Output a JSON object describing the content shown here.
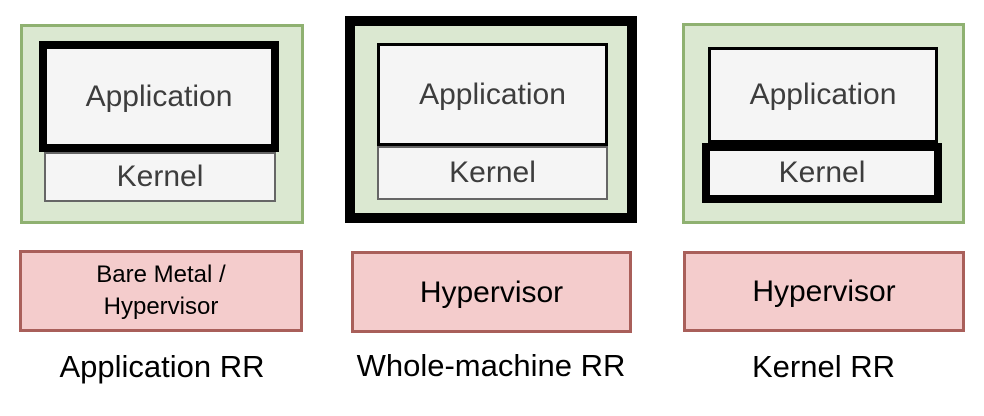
{
  "colors": {
    "green_fill": "#dbe8d1",
    "green_border": "#8fb171",
    "red_fill": "#f4cccc",
    "red_border": "#a95f5a",
    "gray_fill": "#f5f5f5",
    "gray_border": "#666666",
    "highlight_border": "#000000",
    "box_text": "#3d3d3d",
    "caption_text": "#000000"
  },
  "columns": [
    {
      "caption": "Application RR",
      "highlight": "application",
      "stack": {
        "application": "Application",
        "kernel": "Kernel"
      },
      "platform": {
        "lines": [
          "Bare Metal /",
          "Hypervisor"
        ]
      }
    },
    {
      "caption": "Whole-machine RR",
      "highlight": "whole-machine",
      "stack": {
        "application": "Application",
        "kernel": "Kernel"
      },
      "platform": {
        "lines": [
          "Hypervisor"
        ]
      }
    },
    {
      "caption": "Kernel RR",
      "highlight": "kernel",
      "stack": {
        "application": "Application",
        "kernel": "Kernel"
      },
      "platform": {
        "lines": [
          "Hypervisor"
        ]
      }
    }
  ]
}
